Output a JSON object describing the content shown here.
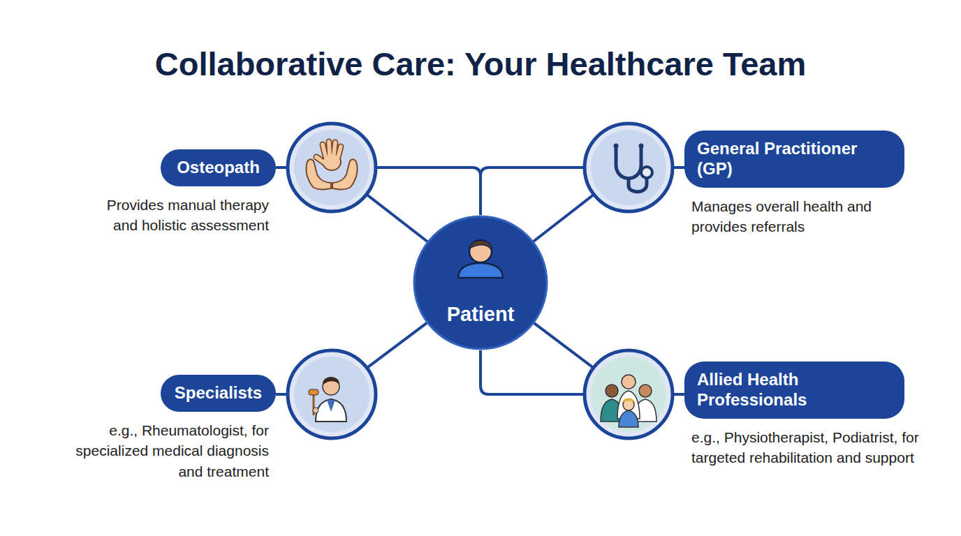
{
  "diagram": {
    "title": "Collaborative Care: Your Healthcare Team",
    "nodes": [
      {
        "text": [
          "Osteopath",
          "Provides manual therapy and holistic assessment"
        ]
      },
      {
        "text": [
          "General Practitioner (GP)",
          "Manages overall health and provides referrals"
        ]
      },
      {
        "text": [
          "Patient"
        ]
      },
      {
        "text": [
          "Specialists",
          "e.g., Rheumatologist, for specialized medical diagnosis and treatment"
        ]
      },
      {
        "text": [
          "Allied Health Professionals",
          "e.g., Physiotherapist, Podiatrist, for targeted rehabilitation and support"
        ]
      }
    ],
    "edges": [
      {
        "from": 2,
        "to": 0,
        "arrow": "none"
      },
      {
        "from": 2,
        "to": 1,
        "arrow": "none"
      },
      {
        "from": 2,
        "to": 3,
        "arrow": "none"
      },
      {
        "from": 2,
        "to": 4,
        "arrow": "none"
      }
    ]
  }
}
